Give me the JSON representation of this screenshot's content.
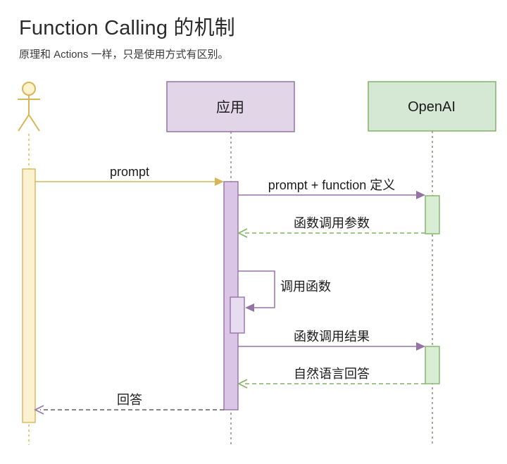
{
  "header": {
    "title": "Function Calling 的机制",
    "subtitle": "原理和 Actions 一样，只是使用方式有区别。"
  },
  "diagram": {
    "participants": [
      {
        "id": "user",
        "type": "actor",
        "label": ""
      },
      {
        "id": "app",
        "type": "box",
        "label": "应用"
      },
      {
        "id": "openai",
        "type": "box",
        "label": "OpenAI"
      }
    ],
    "messages": [
      {
        "from": "user",
        "to": "app",
        "label": "prompt",
        "line": "solid",
        "arrow": "filled"
      },
      {
        "from": "app",
        "to": "openai",
        "label": "prompt + function 定义",
        "line": "solid",
        "arrow": "filled"
      },
      {
        "from": "openai",
        "to": "app",
        "label": "函数调用参数",
        "line": "dashed",
        "arrow": "open"
      },
      {
        "from": "app",
        "to": "app",
        "label": "调用函数",
        "line": "solid",
        "arrow": "filled"
      },
      {
        "from": "app",
        "to": "openai",
        "label": "函数调用结果",
        "line": "solid",
        "arrow": "filled"
      },
      {
        "from": "openai",
        "to": "app",
        "label": "自然语言回答",
        "line": "dashed",
        "arrow": "open"
      },
      {
        "from": "app",
        "to": "user",
        "label": "回答",
        "line": "dashed",
        "arrow": "open"
      }
    ],
    "colors": {
      "actor_stroke": "#d6b656",
      "actor_fill": "#fff2cc",
      "app_stroke": "#9673a6",
      "app_box_fill": "#e1d5e7",
      "app_bar_fill": "#dbc5e6",
      "app_nested_bar_fill": "#e8dcf0",
      "openai_stroke": "#82b366",
      "openai_fill": "#d5e8d4",
      "openai_bar_fill": "#d9ecd4",
      "return_line": "#606060",
      "label_text": "#1b1b1b"
    }
  }
}
